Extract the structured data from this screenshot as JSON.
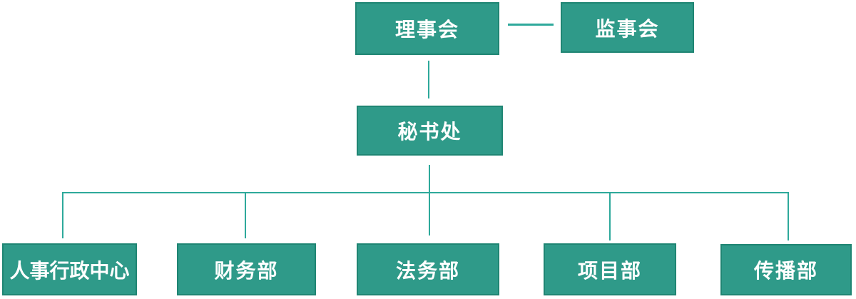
{
  "theme": {
    "box_fill": "#2f9a89",
    "box_border": "#1f8573",
    "line_color": "#2ea99b",
    "text_color": "#ffffff",
    "bg": "#ffffff"
  },
  "org_chart": {
    "nodes": {
      "board": {
        "label": "理事会"
      },
      "supervisors": {
        "label": "监事会"
      },
      "secretariat": {
        "label": "秘书处"
      },
      "departments": [
        {
          "label": "人事行政中心"
        },
        {
          "label": "财务部"
        },
        {
          "label": "法务部"
        },
        {
          "label": "项目部"
        },
        {
          "label": "传播部"
        }
      ]
    }
  }
}
